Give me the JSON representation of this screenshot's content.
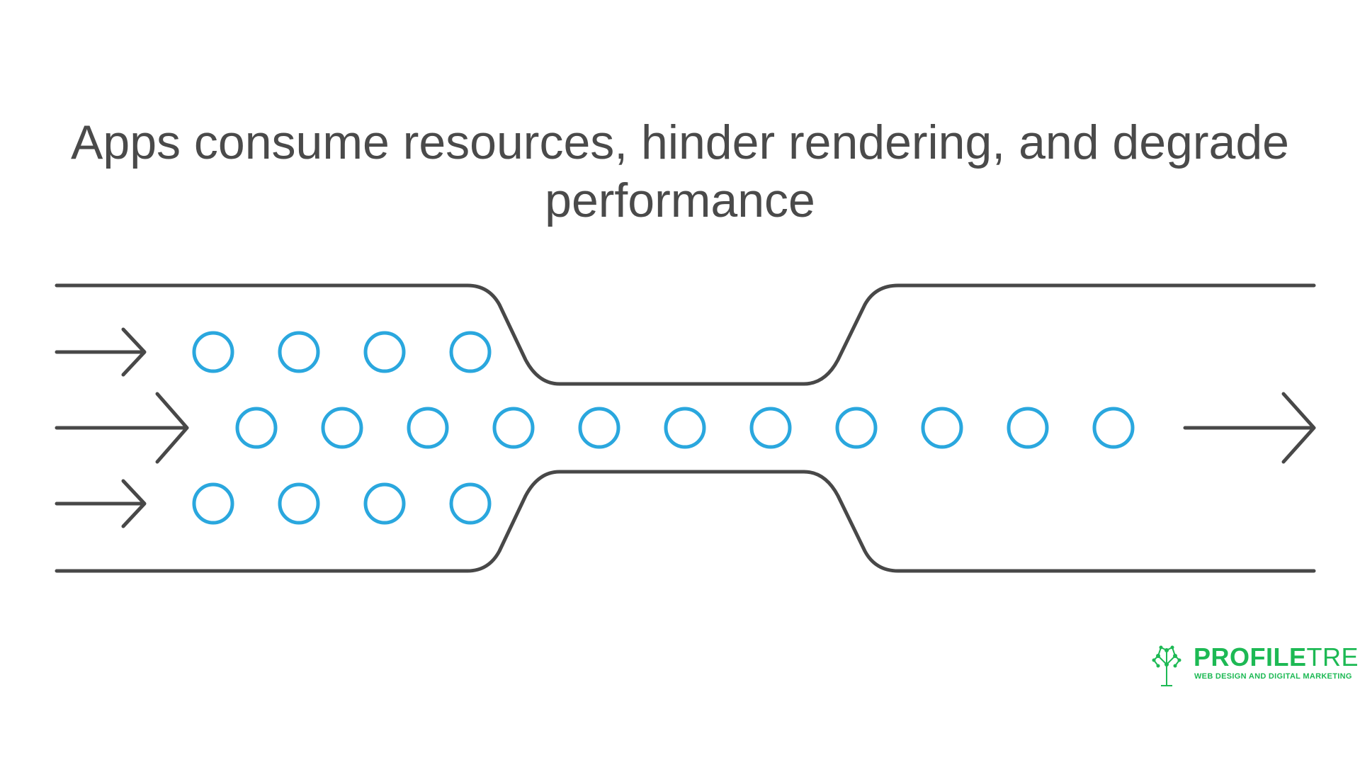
{
  "title": "Apps consume resources, hinder rendering, and degrade performance",
  "colors": {
    "line": "#484848",
    "dot": "#2aa7de",
    "text": "#4a4a4a",
    "brand": "#1db954"
  },
  "flow": {
    "inputs": {
      "upper_lane_dot_count": 4,
      "middle_lane_dot_count": 11,
      "lower_lane_dot_count": 4
    },
    "icons": [
      "arrow-right-icon",
      "arrow-right-icon",
      "arrow-right-icon",
      "arrow-right-icon"
    ]
  },
  "logo": {
    "word_bold": "PROFILE",
    "word_light": "TREE",
    "tagline": "WEB DESIGN AND DIGITAL MARKETING",
    "icon": "tree-network-icon"
  }
}
